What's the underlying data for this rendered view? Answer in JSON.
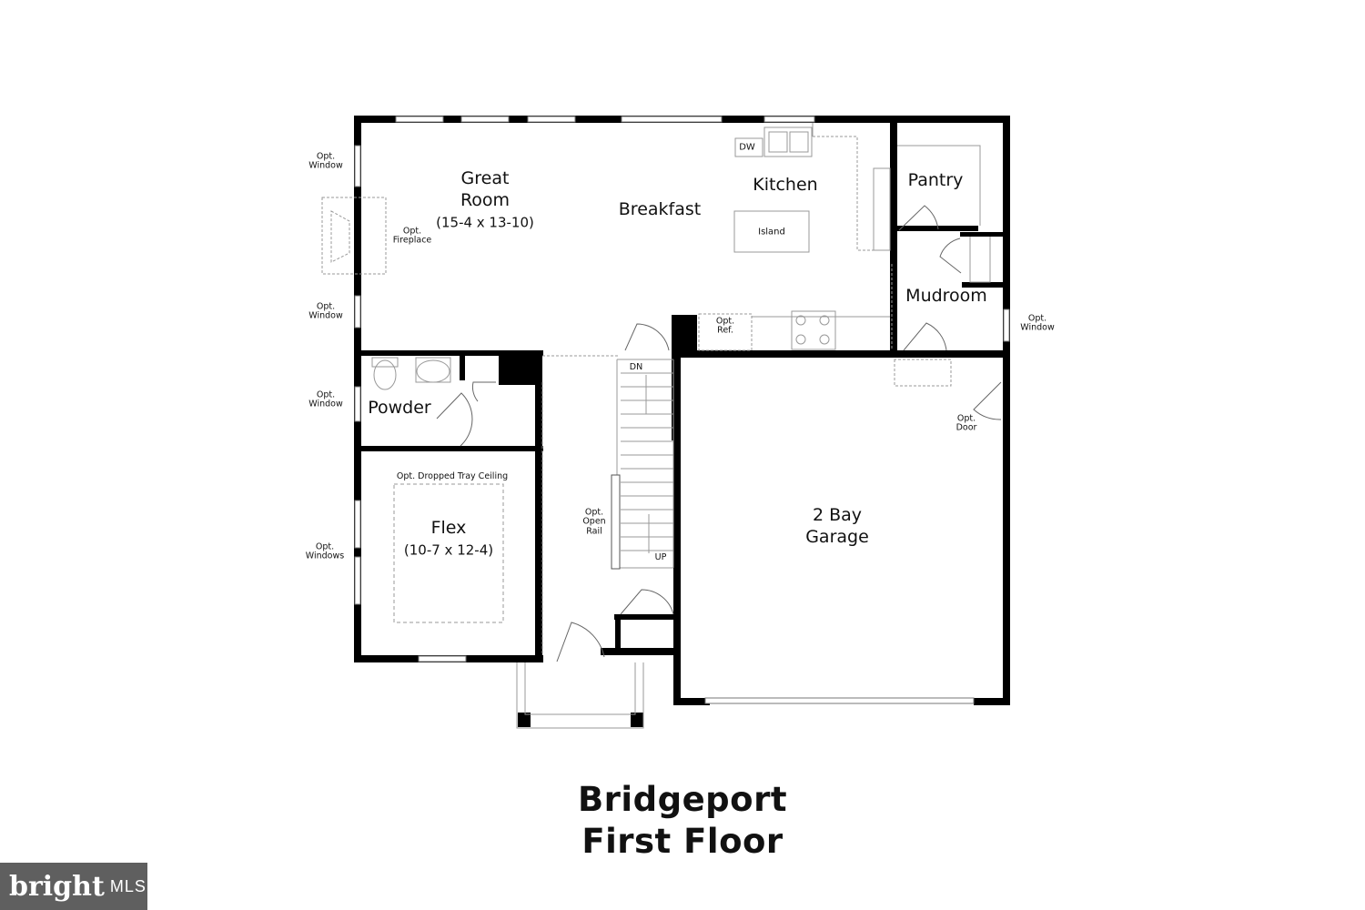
{
  "rooms": {
    "great_room": {
      "name_line1": "Great",
      "name_line2": "Room",
      "dims": "(15-4 x 13-10)"
    },
    "breakfast": {
      "name": "Breakfast"
    },
    "kitchen": {
      "name": "Kitchen"
    },
    "island": {
      "name": "Island"
    },
    "pantry": {
      "name": "Pantry"
    },
    "mudroom": {
      "name": "Mudroom"
    },
    "powder": {
      "name": "Powder"
    },
    "flex": {
      "name": "Flex",
      "dims": "(10-7 x 12-4)"
    },
    "garage": {
      "name_line1": "2 Bay",
      "name_line2": "Garage"
    }
  },
  "notes": {
    "dw": "DW",
    "opt_window_top": {
      "line1": "Opt.",
      "line2": "Window"
    },
    "opt_fireplace": {
      "line1": "Opt.",
      "line2": "Fireplace"
    },
    "opt_window_mid": {
      "line1": "Opt.",
      "line2": "Window"
    },
    "opt_window_powder": {
      "line1": "Opt.",
      "line2": "Window"
    },
    "opt_windows_flex": {
      "line1": "Opt.",
      "line2": "Windows"
    },
    "opt_window_mudroom": {
      "line1": "Opt.",
      "line2": "Window"
    },
    "opt_ref": {
      "line1": "Opt.",
      "line2": "Ref."
    },
    "opt_door": {
      "line1": "Opt.",
      "line2": "Door"
    },
    "opt_tray_ceiling": "Opt. Dropped Tray Ceiling",
    "opt_open_rail": {
      "line1": "Opt.",
      "line2": "Open",
      "line3": "Rail"
    },
    "stairs_down": "DN",
    "stairs_up": "UP"
  },
  "title": {
    "line1": "Bridgeport",
    "line2": "First Floor"
  },
  "logo": {
    "brand": "bright",
    "suffix": "MLS"
  },
  "colors": {
    "wall": "#000000",
    "fixture_line": "#999999",
    "logo_bg": "#5f5f5f"
  }
}
